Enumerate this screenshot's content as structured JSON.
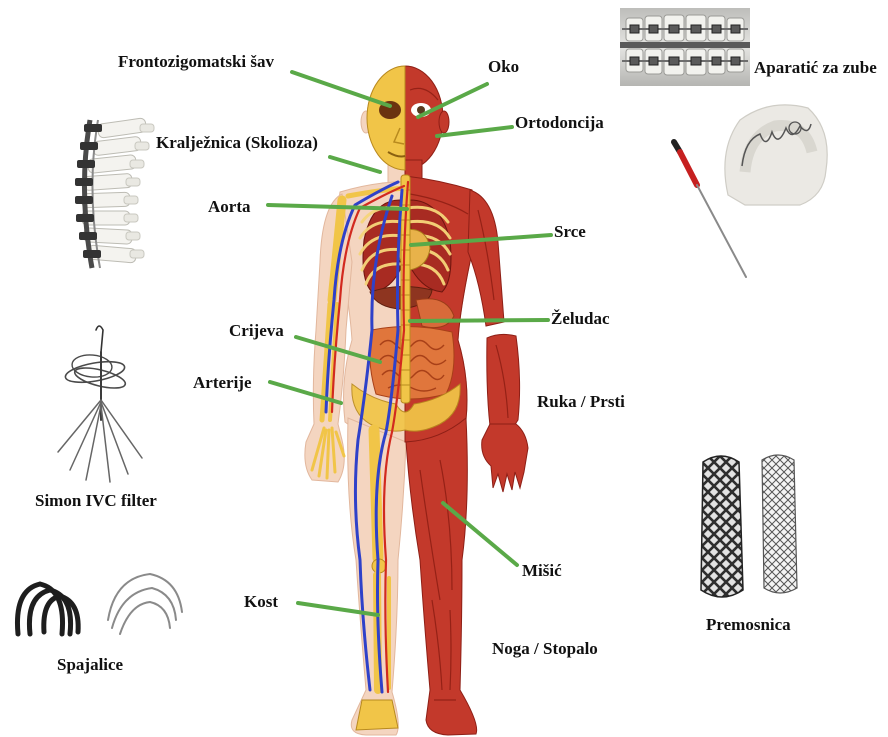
{
  "labels": {
    "frontozigomatic": "Frontozigomatski šav",
    "eye": "Oko",
    "orthodontics": "Ortodoncija",
    "spine": "Kralježnica (Skolioza)",
    "braces": "Aparatić za zube",
    "aorta": "Aorta",
    "heart": "Srce",
    "stomach": "Želudac",
    "intestines": "Crijeva",
    "arteries": "Arterije",
    "arm": "Ruka / Prsti",
    "ivc_filter": "Simon IVC filter",
    "muscle": "Mišić",
    "bone": "Kost",
    "bypass": "Premosnica",
    "staples": "Spajalice",
    "leg": "Noga / Stopalo"
  },
  "colors": {
    "leader_line": "#5aa948",
    "muscle": "#c3392b",
    "bone": "#f1c548",
    "vein": "#2f41c9",
    "artery": "#d22a1f"
  }
}
